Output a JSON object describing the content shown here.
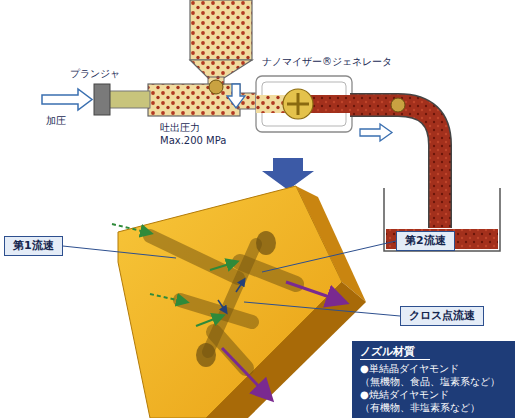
{
  "diagram": {
    "nodes": [
      {
        "text": [
          "第1流速"
        ]
      },
      {
        "text": [
          "第2流速"
        ]
      },
      {
        "text": [
          "クロス点流速"
        ]
      },
      {
        "text": [
          "ノズル材質",
          "●単結晶ダイヤモンド",
          "（無機物、食品、塩素系など）",
          "●焼結ダイヤモンド",
          "（有機物、非塩素系など）"
        ]
      }
    ],
    "labels": [
      "ナノマイザー®ジェネレータ",
      "プランジャ",
      "加圧",
      "吐出圧力",
      "Max.200 MPa"
    ]
  }
}
